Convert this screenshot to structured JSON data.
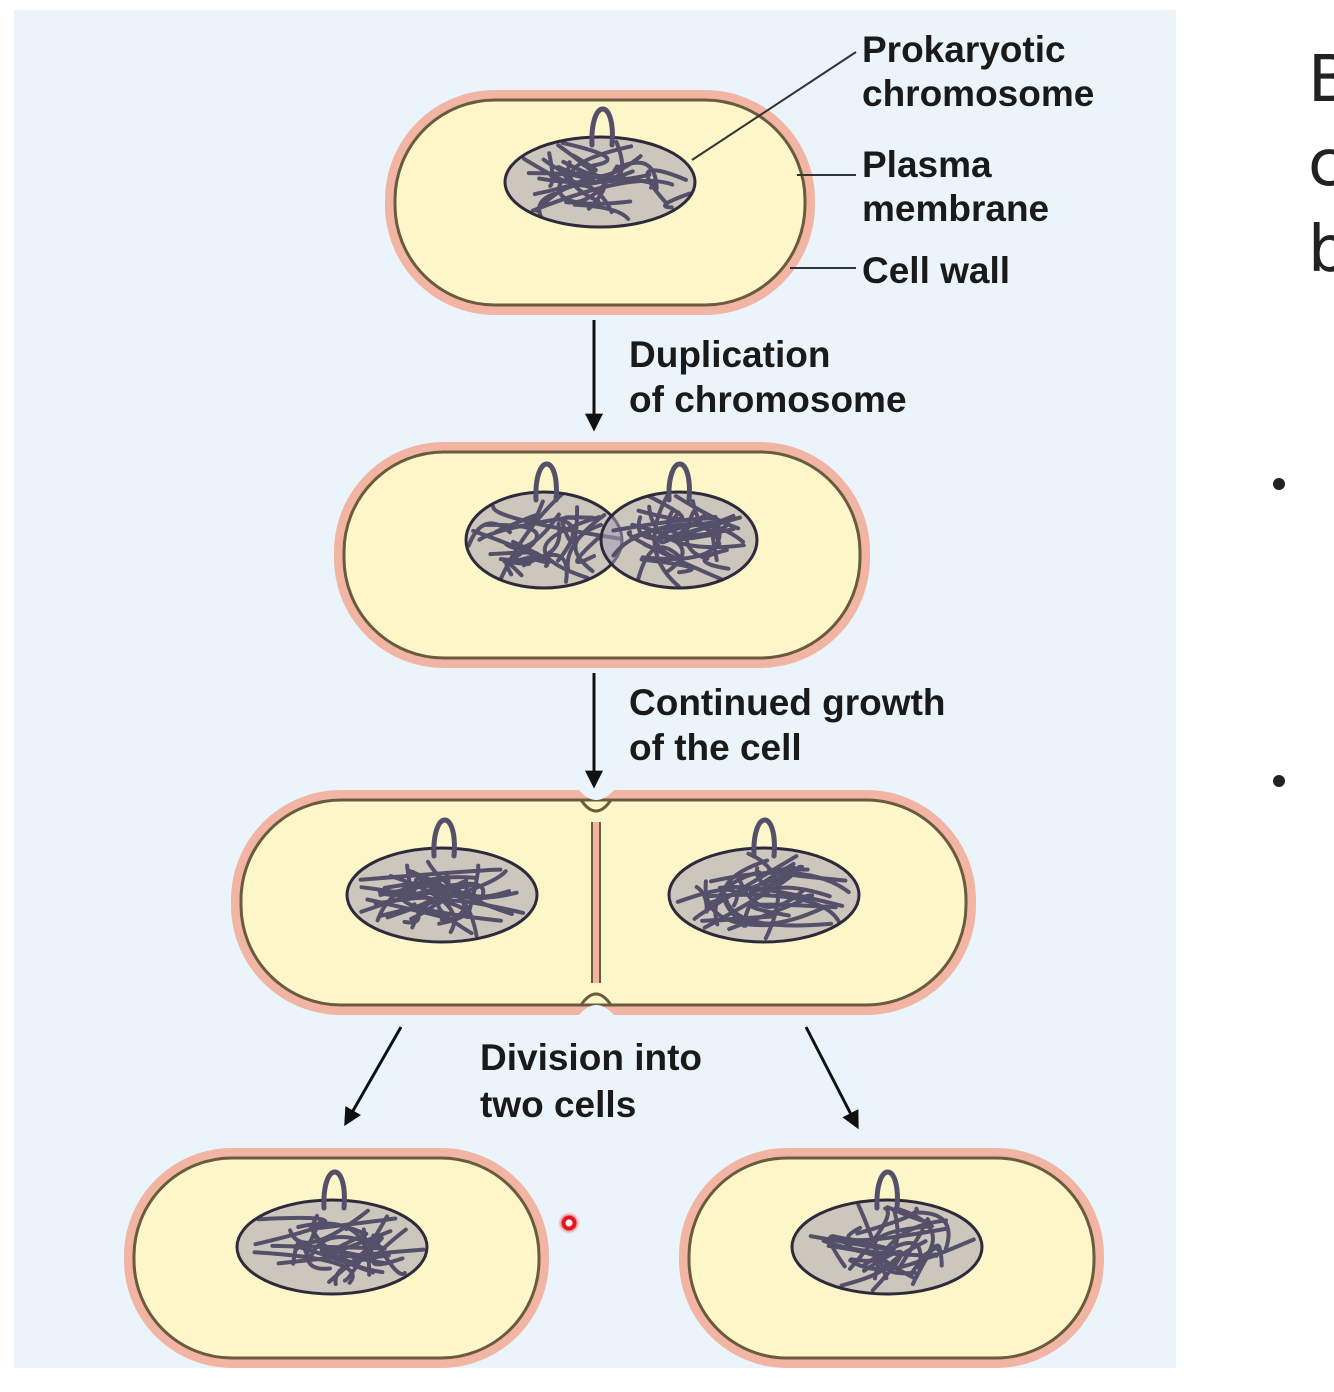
{
  "labels": {
    "prokaryotic": "Prokaryotic",
    "chromosome": "chromosome",
    "plasma": "Plasma",
    "membrane": "membrane",
    "cell_wall": "Cell wall"
  },
  "steps": {
    "duplication_l1": "Duplication",
    "duplication_l2": "of chromosome",
    "growth_l1": "Continued growth",
    "growth_l2": "of the cell",
    "division_l1": "Division into",
    "division_l2": "two cells"
  },
  "slide": {
    "line1_fragment": "B",
    "line2_fragment": "c",
    "line3_fragment": "b"
  },
  "colors": {
    "cell_fill": "#fdf6c8",
    "cell_wall": "#f2b5a3",
    "membrane": "#6a5a3e",
    "chromosome": "#55506a",
    "panel": "#eaf4fa"
  },
  "icons": {
    "pointer": "laser-pointer-dot"
  }
}
